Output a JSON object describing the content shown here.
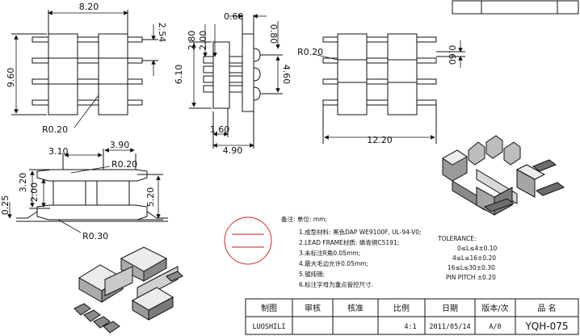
{
  "dimensions": {
    "top_width": "8.20",
    "pin_pitch": "2.54",
    "overall_height": "9.60",
    "corner_radius_a": "R0.20",
    "side_pin_gap": "0.60",
    "side_a": "2.80",
    "side_b": "2.00",
    "side_c": "0.80",
    "side_height": "6.10",
    "pin_span": "4.60",
    "side_base": "1.60",
    "side_depth": "4.90",
    "front_radius": "R0.20",
    "front_pin": "0.60",
    "front_width": "12.20",
    "bottom_a": "3.10",
    "bottom_b": "3.90",
    "bottom_radius": "R0.20",
    "bottom_h1": "3.20",
    "bottom_h2": "2.00",
    "bottom_offset": "0.25",
    "bottom_height": "5.20",
    "bottom_radius_b": "R0.30"
  },
  "notes": {
    "title": "备注:  单位: mm;",
    "items": [
      "1.成型材料: 黑色DAP WE9100F, UL-94-V0;",
      "2.LEAD FRAME材质: 磷青铜C5191;",
      "3.未标注R角0.05mm;",
      "4.最大毛边允许0.05mm;",
      "5.镀纯锡;",
      "6.标注字母为重点管控尺寸."
    ]
  },
  "tolerance": {
    "title": "TOLERANCE:",
    "rows": [
      "0≤L≤4±0.10",
      "4≤L≤16±0.20",
      "16≤L≤30±0.30",
      "PIN PITCH ±0.20"
    ]
  },
  "title_block": {
    "headers": [
      "制图",
      "审核",
      "核准",
      "比例",
      "日期",
      "版本/次",
      "品 名"
    ],
    "drawn_by": "LUOSHILI",
    "scale": "4:1",
    "date": "2011/05/14",
    "version": "A/0",
    "part_name": "YQH-075"
  }
}
